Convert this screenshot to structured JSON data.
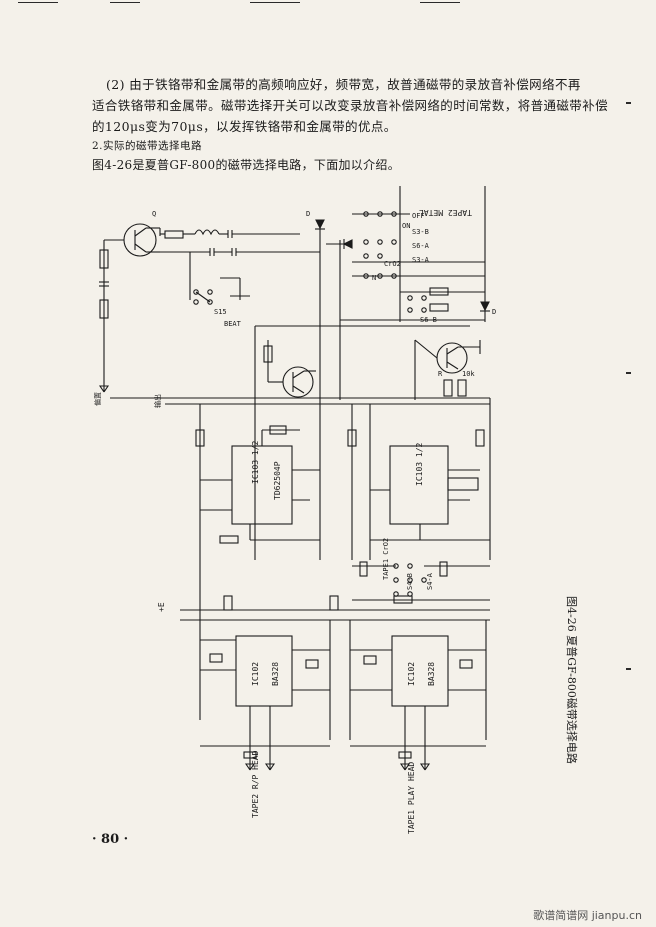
{
  "paragraph": {
    "line1": "(2) 由于铁铬带和金属带的高频响应好，频带宽，故普通磁带的录放音补偿网络不再",
    "line2": "适合铁铬带和金属带。磁带选择开关可以改变录放音补偿网络的时间常数，将普通磁带补偿",
    "line3": "的120μs变为70μs，以发挥铁铬带和金属带的优点。"
  },
  "section_heading": "2.实际的磁带选择电路",
  "intro": "图4-26是夏普GF-800的磁带选择电路，下面加以介绍。",
  "caption": "图4-26 夏普GF-800磁带选择电路",
  "page_number": "· 80 ·",
  "watermark": "歌谱简谱网 jianpu.cn",
  "diagram_labels": {
    "tape2_metal": "TAPE2 METAL",
    "off": "OFF",
    "on": "ON",
    "s3b": "S3-B",
    "s6a": "S6-A",
    "s3a": "S3-A",
    "cro2": "CrO2",
    "n": "N",
    "s6b": "S6-B",
    "s15": "S15",
    "beat": "BEAT",
    "q": "Q",
    "d_left": "D",
    "d_right": "D",
    "r_label": "R",
    "r_10k": "10k",
    "ic103_left": "IC103 1/2",
    "td62504p": "TD62504P",
    "ic103_right": "IC103 1/2",
    "ic102_left": "IC102",
    "ba328_left": "BA328",
    "ic102_right": "IC102",
    "ba328_right": "BA328",
    "plus_e": "+E",
    "output_left": "偏置",
    "output_mid": "输出",
    "tape2_rp": "TAPE2 R/P HEAD",
    "tape1_play": "TAPE1 PLAY HEAD",
    "s4b": "S4-B",
    "s4a": "S4-A",
    "tape1_cro2": "TAPE1 CrO2"
  }
}
